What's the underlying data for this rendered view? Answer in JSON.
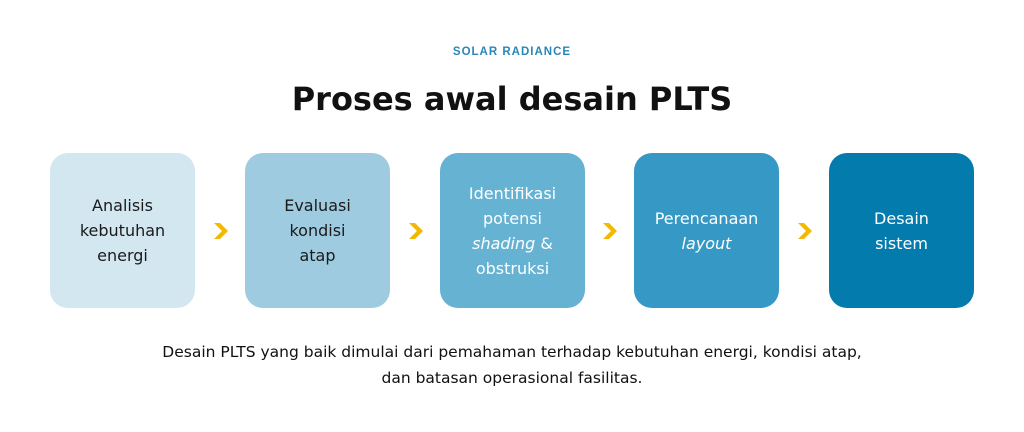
{
  "brand": "SOLAR RADIANCE",
  "title": "Proses awal desain PLTS",
  "colors": {
    "brand": "#2a86b8",
    "arrow": "#f5b800",
    "step_backgrounds": [
      "#d3e7f1",
      "#9ecbe0",
      "#66b2d2",
      "#3598c5",
      "#047bad"
    ],
    "step_text": [
      "#1a1a1a",
      "#1a1a1a",
      "#ffffff",
      "#ffffff",
      "#ffffff"
    ]
  },
  "steps": [
    {
      "lines": [
        "Analisis",
        "kebutuhan",
        "energi"
      ]
    },
    {
      "lines": [
        "Evaluasi",
        "kondisi",
        "atap"
      ]
    },
    {
      "lines": [
        "Identifikasi",
        "potensi",
        "shading &",
        "obstruksi"
      ],
      "line3_italic": "shading",
      "line3_rest": " &"
    },
    {
      "lines": [
        "Perencanaan",
        "layout"
      ]
    },
    {
      "lines": [
        "Desain",
        "sistem"
      ]
    }
  ],
  "caption": [
    "Desain PLTS yang baik dimulai dari pemahaman terhadap kebutuhan energi, kondisi atap,",
    "dan batasan operasional fasilitas."
  ]
}
